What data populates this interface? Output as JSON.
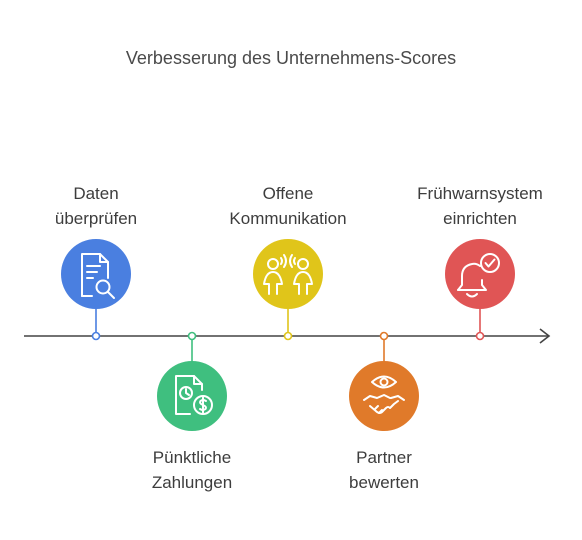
{
  "title": "Verbesserung des Unternehmens-Scores",
  "steps": [
    {
      "label": "Daten\nüberprüfen",
      "icon": "document-search-icon",
      "color": "#4a7fe0",
      "position": "above"
    },
    {
      "label": "Pünktliche\nZahlungen",
      "icon": "clock-dollar-document-icon",
      "color": "#3fbf7f",
      "position": "below"
    },
    {
      "label": "Offene\nKommunikation",
      "icon": "people-talking-icon",
      "color": "#e0c51a",
      "position": "above"
    },
    {
      "label": "Partner\nbewerten",
      "icon": "eye-handshake-icon",
      "color": "#e07a2a",
      "position": "below"
    },
    {
      "label": "Frühwarnsystem\neinrichten",
      "icon": "bell-check-icon",
      "color": "#e05555",
      "position": "above"
    }
  ],
  "axis_color": "#444444"
}
